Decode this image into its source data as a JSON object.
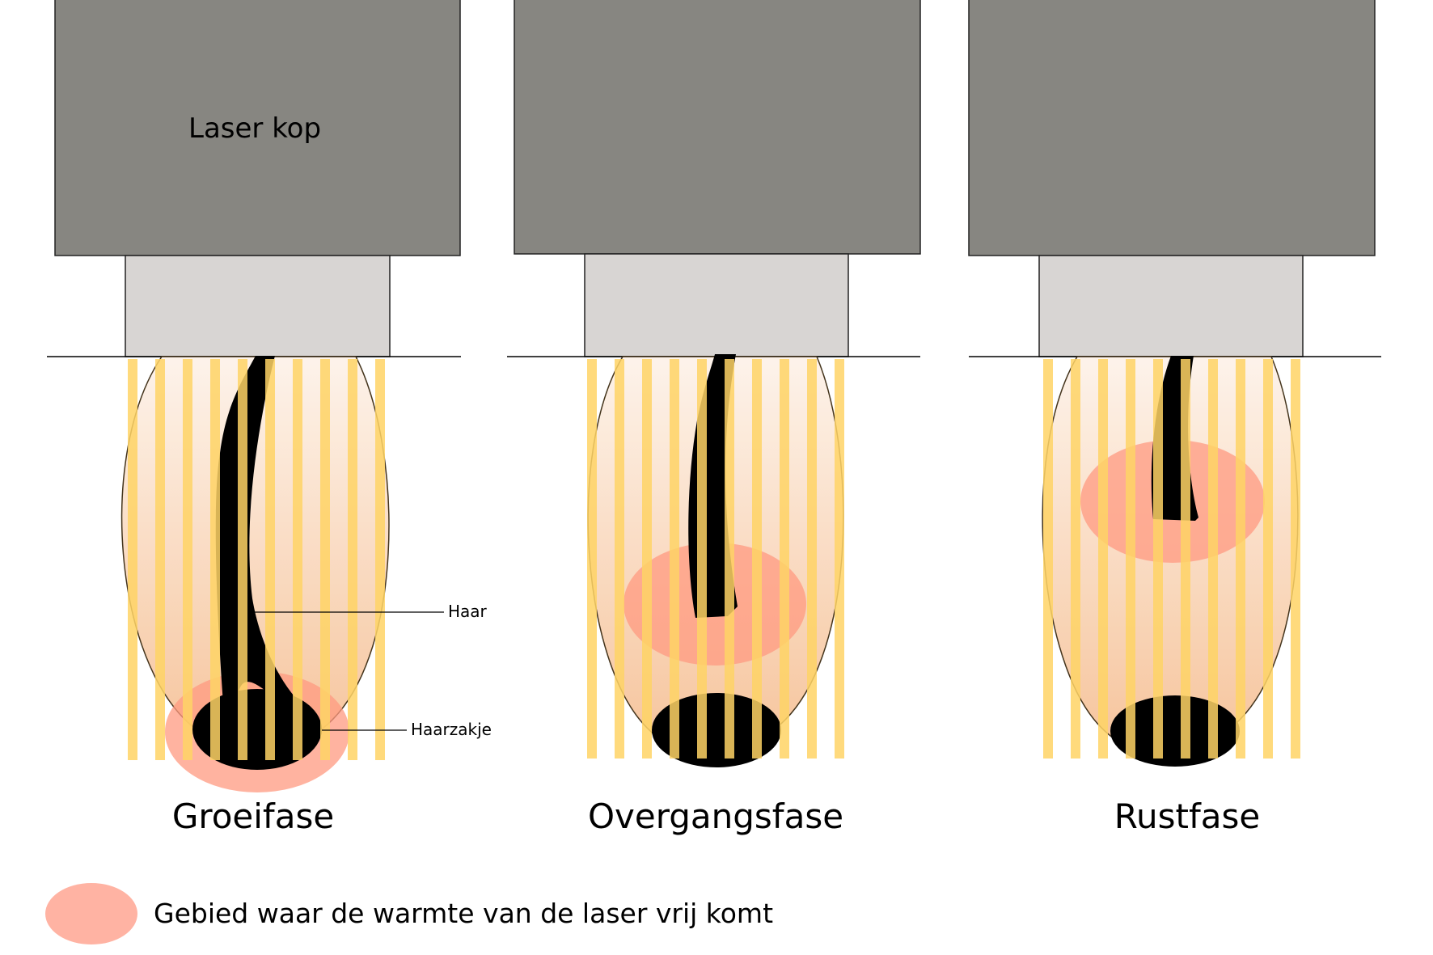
{
  "labels": {
    "laser_head": "Laser kop",
    "hair": "Haar",
    "follicle": "Haarzakje"
  },
  "phases": [
    {
      "name": "Groeifase"
    },
    {
      "name": "Overgangsfase"
    },
    {
      "name": "Rustfase"
    }
  ],
  "legend": {
    "text": "Gebied waar de warmte van de laser vrij komt"
  },
  "colors": {
    "laser_head": "#878681",
    "laser_tip": "#d8d5d3",
    "beam": "#ffd466",
    "heat_area": "#ff9a80",
    "hair": "#000000",
    "capsule_top": "#fbeee2",
    "capsule_bottom": "#f6c79a"
  }
}
